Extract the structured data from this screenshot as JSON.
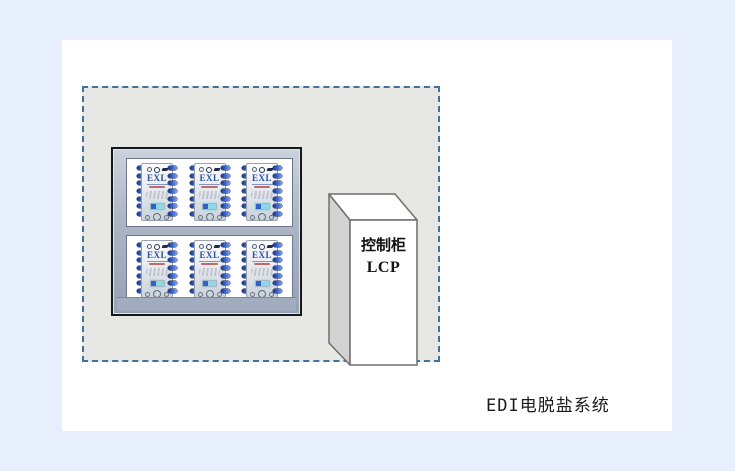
{
  "page": {
    "background_color": "#e8effc",
    "canvas_color": "#ffffff",
    "caption": "EDI电脱盐系统"
  },
  "boundary": {
    "border_color": "#41719c",
    "fill_color": "#e7e7e3",
    "style": "dashed"
  },
  "rack": {
    "frame_color": "#aab4c4",
    "border_color": "#14171c",
    "shelf_color": "#ffffff",
    "rows": 2,
    "columns": 3,
    "module_accent_color": "#2e4f9d",
    "connector_color": "#3f6fd6",
    "led_color": "#8ed9e6",
    "modules_top": [
      {
        "label": "EXL"
      },
      {
        "label": "EXL"
      },
      {
        "label": "EXL"
      }
    ],
    "modules_bottom": [
      {
        "label": "EXL"
      },
      {
        "label": "EXL"
      },
      {
        "label": "EXL"
      }
    ]
  },
  "cabinet": {
    "label_line1": "控制柜",
    "label_line2": "LCP",
    "face_color": "#ffffff",
    "side_color": "#d2d2d2",
    "outline_color": "#6f6f6f"
  }
}
